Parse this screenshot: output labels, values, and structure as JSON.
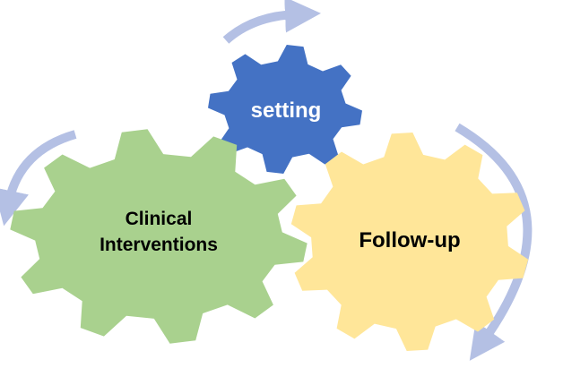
{
  "colors": {
    "setting_gear": "#4472c4",
    "clinical_gear": "#a9d18e",
    "followup_gear": "#ffe699",
    "arrows": "#b4c0e4",
    "setting_text": "#ffffff",
    "dark_text": "#000000"
  },
  "gears": {
    "setting": {
      "label": "setting"
    },
    "clinical": {
      "label_line1": "Clinical",
      "label_line2": "Interventions"
    },
    "followup": {
      "label": "Follow-up"
    }
  },
  "arrows": [
    {
      "name": "top-arrow",
      "direction": "clockwise"
    },
    {
      "name": "left-arrow",
      "direction": "counterclockwise"
    },
    {
      "name": "right-arrow",
      "direction": "clockwise"
    }
  ]
}
